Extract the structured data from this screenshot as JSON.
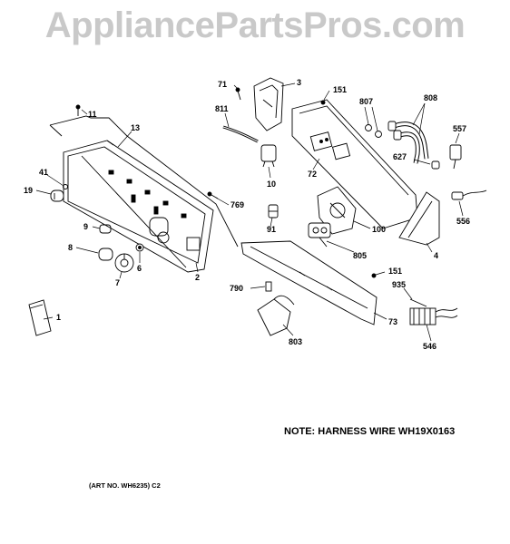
{
  "watermark": "AppliancePartsPros.com",
  "note": "NOTE: HARNESS WIRE WH19X0163",
  "art_number": "(ART NO. WH6235) C2",
  "callouts": {
    "c1": "1",
    "c2": "2",
    "c3": "3",
    "c4": "4",
    "c6": "6",
    "c7": "7",
    "c8": "8",
    "c9": "9",
    "c10": "10",
    "c11": "11",
    "c13": "13",
    "c19": "19",
    "c41": "41",
    "c71": "71",
    "c72": "72",
    "c73": "73",
    "c91": "91",
    "c100": "100",
    "c151a": "151",
    "c151b": "151",
    "c546": "546",
    "c556": "556",
    "c557": "557",
    "c627": "627",
    "c769": "769",
    "c790": "790",
    "c803": "803",
    "c805": "805",
    "c807": "807",
    "c808": "808",
    "c811": "811",
    "c935": "935"
  }
}
